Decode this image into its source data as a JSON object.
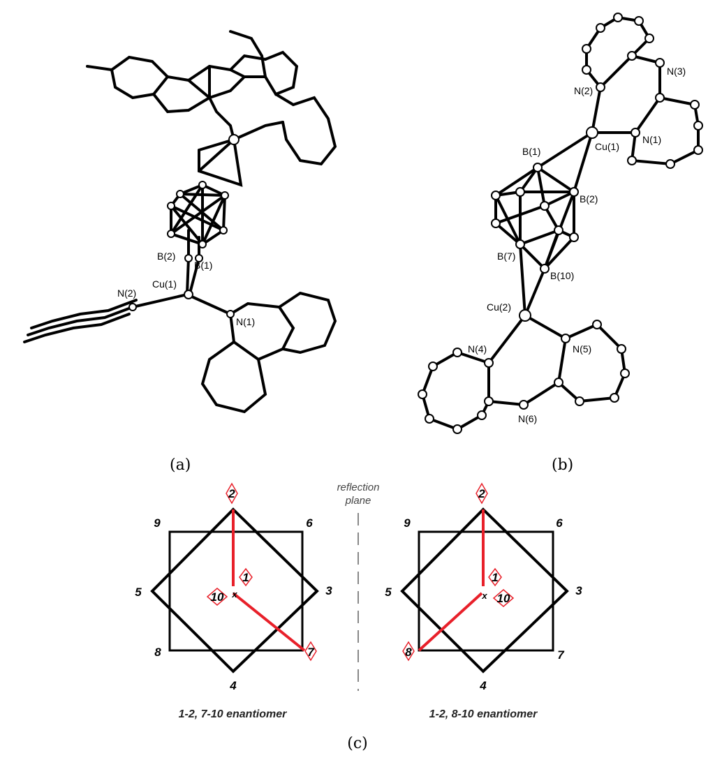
{
  "panels": {
    "a": {
      "label": "(a)",
      "atoms": {
        "b2": "B(2)",
        "b1": "B(1)",
        "cu1": "Cu(1)",
        "n2": "N(2)",
        "n1": "N(1)"
      }
    },
    "b": {
      "label": "(b)",
      "atoms": {
        "n2": "N(2)",
        "n3": "N(3)",
        "cu1": "Cu(1)",
        "n1": "N(1)",
        "b1": "B(1)",
        "b2": "B(2)",
        "b7": "B(7)",
        "b10": "B(10)",
        "cu2": "Cu(2)",
        "n4": "N(4)",
        "n5": "N(5)",
        "n6": "N(6)"
      }
    },
    "c": {
      "label": "(c)",
      "plane_label_1": "reflection",
      "plane_label_2": "plane",
      "left": {
        "caption": "1-2, 7-10 enantiomer",
        "n1": "1",
        "n2": "2",
        "n3": "3",
        "n4": "4",
        "n5": "5",
        "n6": "6",
        "n7": "7",
        "n8": "8",
        "n9": "9",
        "n10": "10",
        "center": "x"
      },
      "right": {
        "caption": "1-2, 8-10 enantiomer",
        "n1": "1",
        "n2": "2",
        "n3": "3",
        "n4": "4",
        "n5": "5",
        "n6": "6",
        "n7": "7",
        "n8": "8",
        "n9": "9",
        "n10": "10",
        "center": "x"
      }
    }
  },
  "colors": {
    "bond": "#000000",
    "highlight": "#e8202a",
    "diamond": "#e8202a"
  }
}
